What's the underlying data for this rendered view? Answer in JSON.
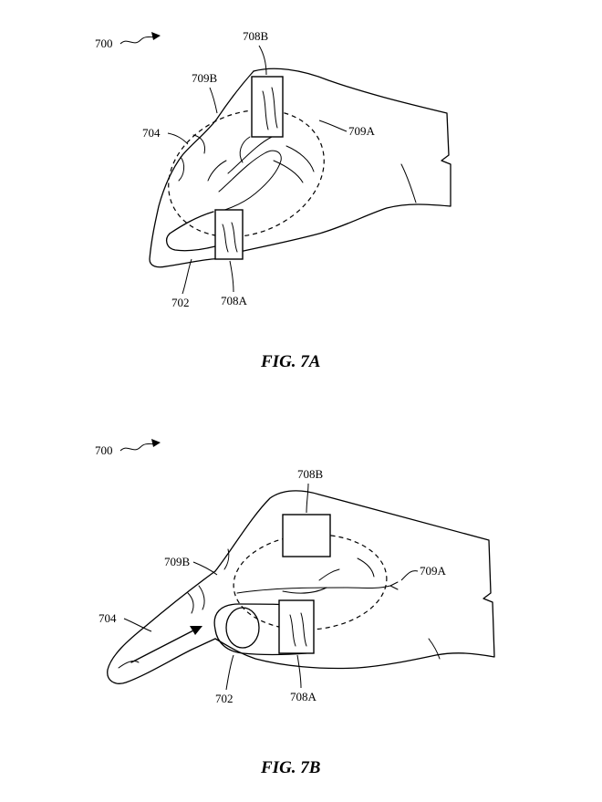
{
  "figure_a": {
    "caption": "FIG. 7A",
    "labels": {
      "ref_700": "700",
      "ref_708b": "708B",
      "ref_709b": "709B",
      "ref_709a": "709A",
      "ref_704": "704",
      "ref_702": "702",
      "ref_708a": "708A"
    }
  },
  "figure_b": {
    "caption": "FIG. 7B",
    "labels": {
      "ref_700": "700",
      "ref_708b": "708B",
      "ref_709b": "709B",
      "ref_709a": "709A",
      "ref_704": "704",
      "ref_702": "702",
      "ref_708a": "708A"
    }
  },
  "colors": {
    "ink": "#000000",
    "paper": "#ffffff"
  }
}
